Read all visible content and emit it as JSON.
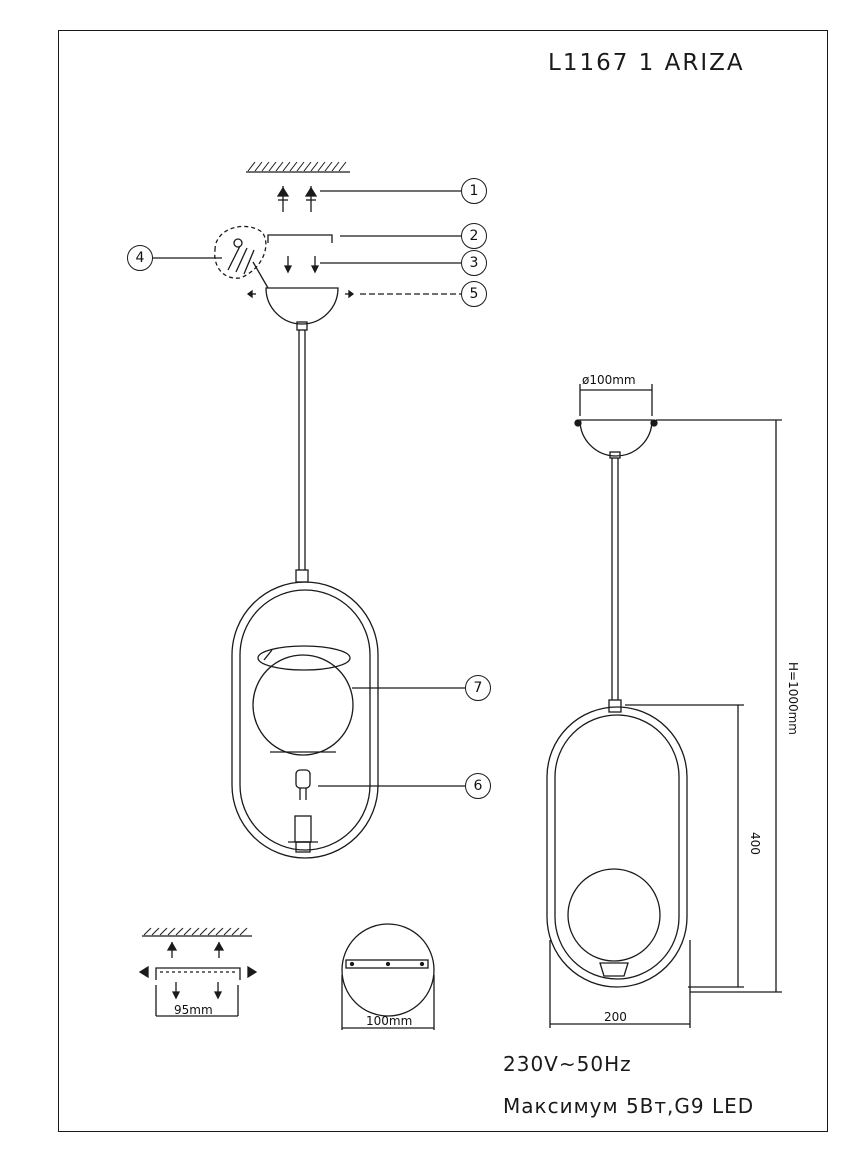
{
  "title": "L1167 1 ARIZA",
  "specs": {
    "voltage": "230V~50Hz",
    "power": "Максимум 5Вт,G9 LED"
  },
  "callouts": [
    "1",
    "2",
    "3",
    "4",
    "5",
    "6",
    "7"
  ],
  "dimensions": {
    "canopy_diameter": "ø100mm",
    "total_height": "H=1000mm",
    "ring_height": "400",
    "ring_width": "200",
    "bracket_width": "95mm",
    "canopy_width": "100mm"
  }
}
